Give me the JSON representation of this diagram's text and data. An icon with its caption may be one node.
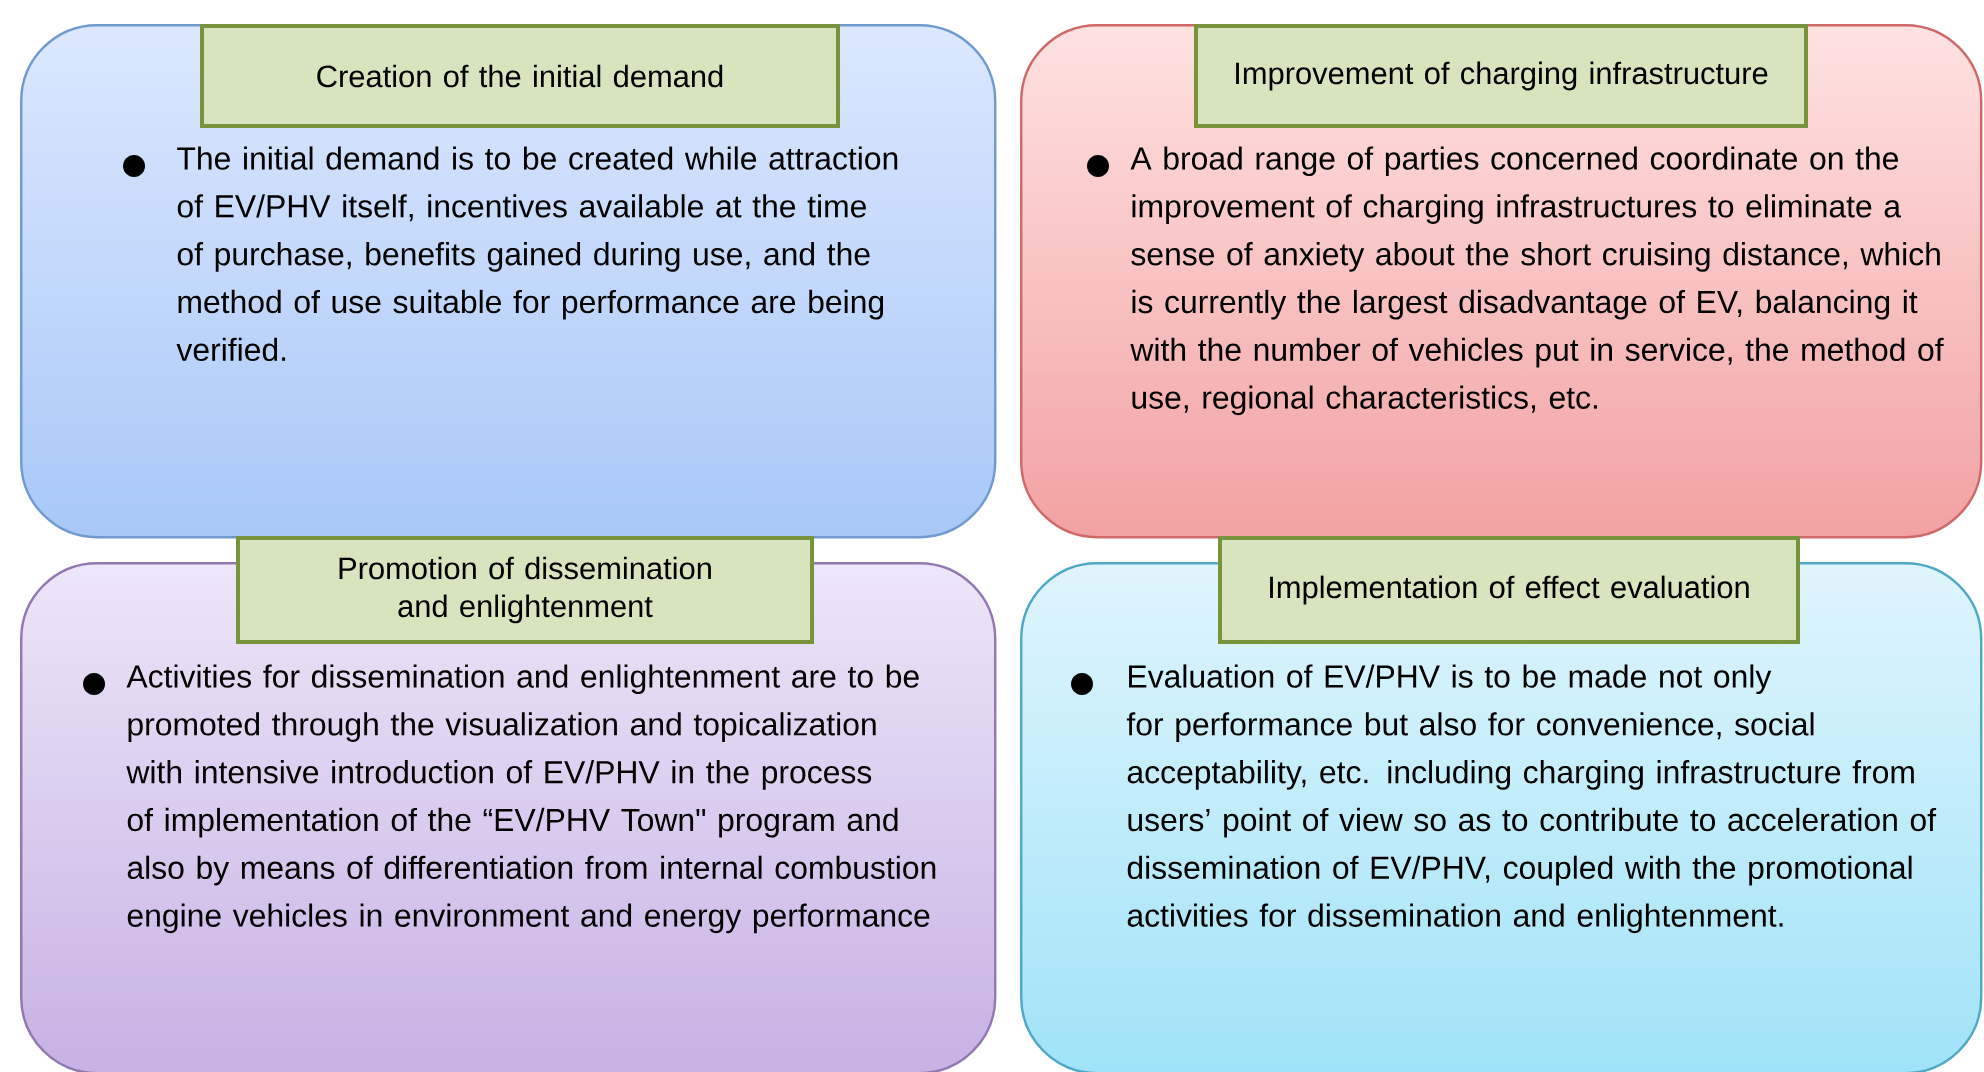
{
  "diagram": {
    "nodes": [
      {
        "text": [
          "Creation of the initial demand",
          "The initial demand is to be created while attraction of EV/PHV itself, incentives available at the time of purchase, benefits gained during use, and the method of use suitable for performance are being verified."
        ]
      },
      {
        "text": [
          "Improvement of charging infrastructure",
          "A broad range of parties concerned coordinate on the improvement of charging infrastructures to eliminate a sense of anxiety about the short cruising distance, which is currently the largest disadvantage of EV, balancing it with the number of vehicles put in service, the method of use, regional characteristics, etc."
        ]
      },
      {
        "text": [
          "Promotion of dissemination and enlightenment",
          "Activities for dissemination and enlightenment are to be promoted  through the visualization and topicalization with intensive introduction of EV/PHV in the process of implementation of the “EV/PHV Town\" program and also by means of differentiation from internal combustion engine vehicles in environment and energy performance"
        ]
      },
      {
        "text": [
          "Implementation of effect evaluation",
          "Evaluation of EV/PHV is to be made not only for performance but also for convenience, social acceptability, etc. including charging infrastructure from users’ point of view so as to contribute to acceleration of dissemination of EV/PHV, coupled with the promotional activities for dissemination and enlightenment."
        ]
      }
    ]
  }
}
